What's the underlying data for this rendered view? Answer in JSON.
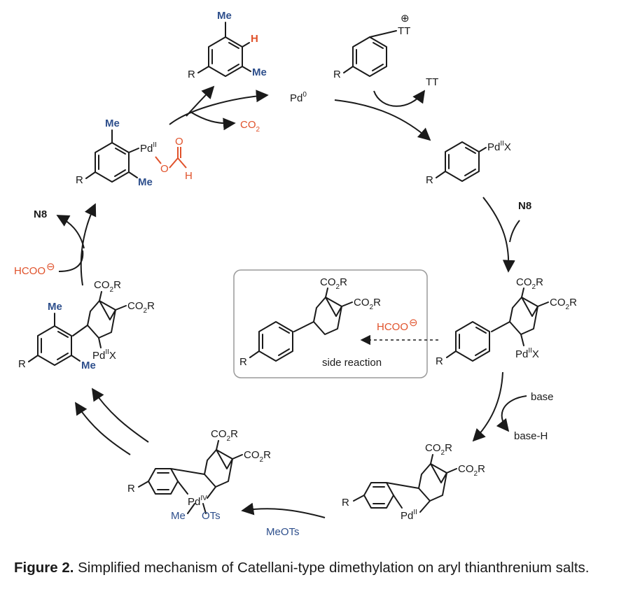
{
  "labels": {
    "me": "Me",
    "h": "H",
    "r": "R",
    "pd0": "Pd",
    "pd0_sup": "0",
    "plus": "⊕",
    "tt": "TT",
    "co2": "CO",
    "co2_sub": "2",
    "pd": "Pd",
    "ii": "II",
    "iv": "IV",
    "x": "X",
    "o": "O",
    "n8": "N8",
    "co2r": "CO",
    "co2r_sub": "2",
    "co2r_tail": "R",
    "hcoo": "HCOO",
    "minus": "⊖",
    "side_reaction": "side reaction",
    "base": "base",
    "base_h": "base-H",
    "meots": "MeOTs",
    "ots": "OTs"
  },
  "colors": {
    "blue": "#2e4f8c",
    "red": "#e0522b",
    "black": "#1a1a1a"
  },
  "caption": {
    "figure": "Figure 2.",
    "text": " Simplified mechanism of Catellani-type dimethylation on aryl thianthrenium salts."
  }
}
